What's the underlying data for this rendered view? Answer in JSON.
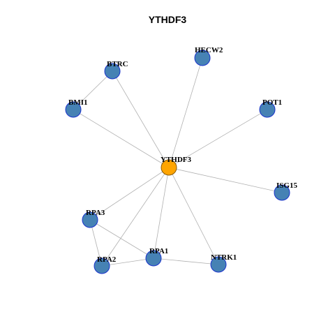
{
  "title": "YTHDF3",
  "colors": {
    "node_fill": "#4682b4",
    "node_stroke": "#1a33cc",
    "hub_fill": "#ffa500",
    "hub_stroke": "#8a5a00",
    "edge": "#b0b0b0"
  },
  "nodes": [
    {
      "id": "YTHDF3",
      "label": "YTHDF3",
      "hub": true
    },
    {
      "id": "HECW2",
      "label": "HECW2"
    },
    {
      "id": "BTRC",
      "label": "BTRC"
    },
    {
      "id": "BMI1",
      "label": "BMI1"
    },
    {
      "id": "POT1",
      "label": "POT1"
    },
    {
      "id": "ISG15",
      "label": "ISG15"
    },
    {
      "id": "RPA3",
      "label": "RPA3"
    },
    {
      "id": "RPA1",
      "label": "RPA1"
    },
    {
      "id": "RPA2",
      "label": "RPA2"
    },
    {
      "id": "NTRK1",
      "label": "NTRK1"
    }
  ],
  "edges": [
    [
      "BTRC",
      "BMI1"
    ],
    [
      "BTRC",
      "YTHDF3"
    ],
    [
      "BMI1",
      "YTHDF3"
    ],
    [
      "HECW2",
      "YTHDF3"
    ],
    [
      "POT1",
      "YTHDF3"
    ],
    [
      "ISG15",
      "YTHDF3"
    ],
    [
      "RPA3",
      "YTHDF3"
    ],
    [
      "RPA2",
      "YTHDF3"
    ],
    [
      "RPA1",
      "YTHDF3"
    ],
    [
      "NTRK1",
      "YTHDF3"
    ],
    [
      "RPA3",
      "RPA2"
    ],
    [
      "RPA3",
      "RPA1"
    ],
    [
      "RPA2",
      "RPA1"
    ],
    [
      "RPA1",
      "NTRK1"
    ]
  ]
}
